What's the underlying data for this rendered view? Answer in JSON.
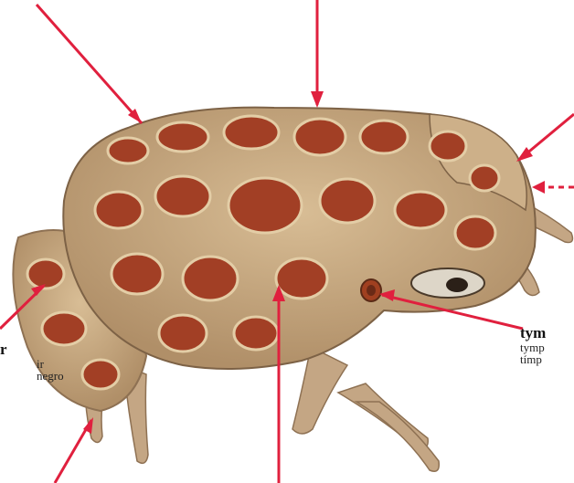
{
  "subject": "toad-illustration",
  "colors": {
    "skin": "#c9ab84",
    "skin_dark": "#9c7f5c",
    "spots": "#a23f25",
    "spot_edge": "#e3cda6",
    "arrow": "#e0203e",
    "eye": "#6a2a16"
  },
  "labels": {
    "left": {
      "main": "r",
      "sub1": "ir",
      "sub2": "negro"
    },
    "right": {
      "main": "tym",
      "sub1": "tymp",
      "sub2": "tímp"
    }
  }
}
